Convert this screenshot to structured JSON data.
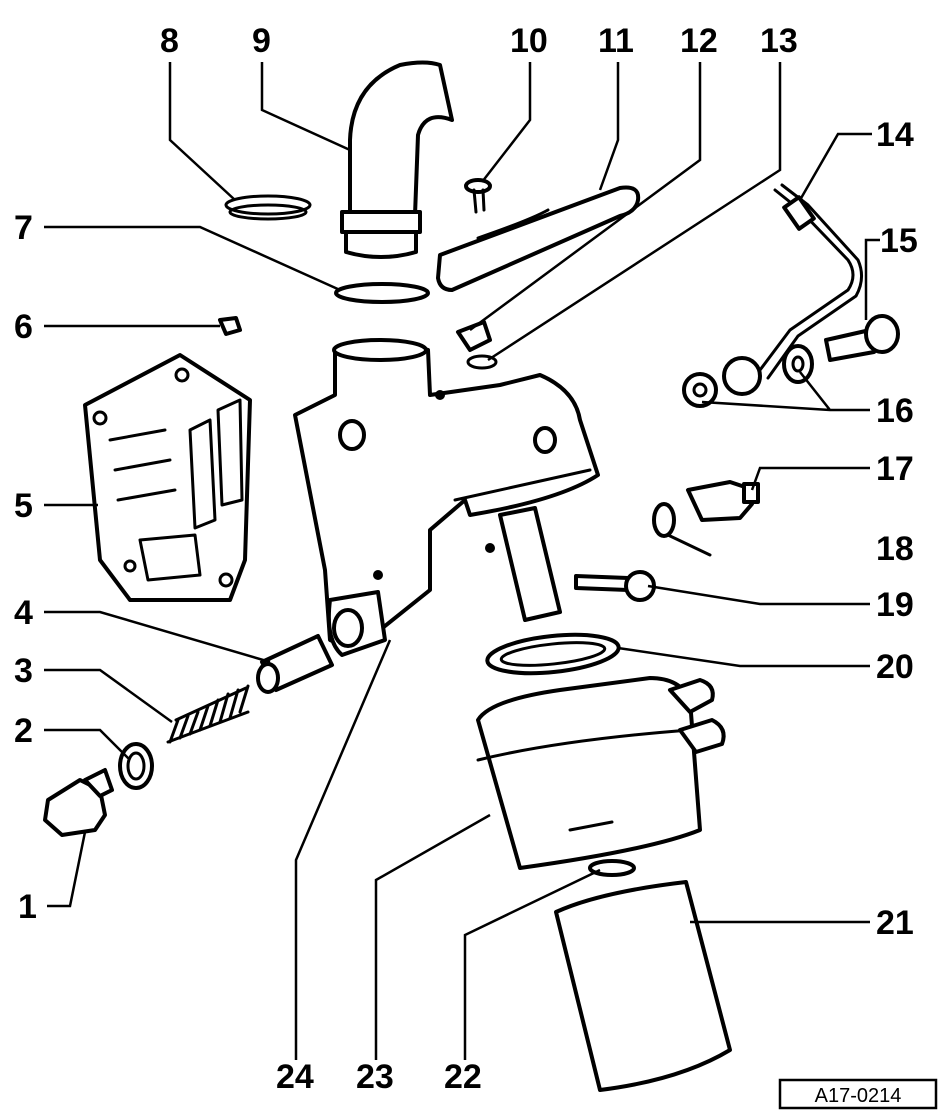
{
  "diagram": {
    "reference_code": "A17-0214",
    "callouts": [
      {
        "id": "1",
        "label": "1"
      },
      {
        "id": "2",
        "label": "2"
      },
      {
        "id": "3",
        "label": "3"
      },
      {
        "id": "4",
        "label": "4"
      },
      {
        "id": "5",
        "label": "5"
      },
      {
        "id": "6",
        "label": "6"
      },
      {
        "id": "7",
        "label": "7"
      },
      {
        "id": "8",
        "label": "8"
      },
      {
        "id": "9",
        "label": "9"
      },
      {
        "id": "10",
        "label": "10"
      },
      {
        "id": "11",
        "label": "11"
      },
      {
        "id": "12",
        "label": "12"
      },
      {
        "id": "13",
        "label": "13"
      },
      {
        "id": "14",
        "label": "14"
      },
      {
        "id": "15",
        "label": "15"
      },
      {
        "id": "16",
        "label": "16"
      },
      {
        "id": "17",
        "label": "17"
      },
      {
        "id": "18",
        "label": "18"
      },
      {
        "id": "19",
        "label": "19"
      },
      {
        "id": "20",
        "label": "20"
      },
      {
        "id": "21",
        "label": "21"
      },
      {
        "id": "22",
        "label": "22"
      },
      {
        "id": "23",
        "label": "23"
      },
      {
        "id": "24",
        "label": "24"
      }
    ]
  }
}
